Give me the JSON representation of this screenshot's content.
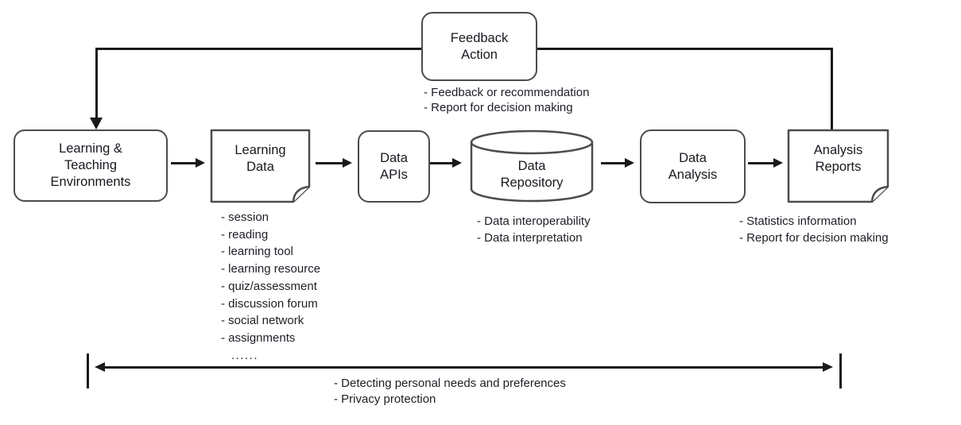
{
  "colors": {
    "line": "#1a1a1a",
    "border": "#4c4c4c",
    "text": "#171a20",
    "background": "#ffffff"
  },
  "nodes": {
    "feedback_action": {
      "label": "Feedback\nAction"
    },
    "learning_teaching_environments": {
      "label": "Learning &\nTeaching\nEnvironments"
    },
    "learning_data": {
      "label": "Learning\nData"
    },
    "data_apis": {
      "label": "Data\nAPIs"
    },
    "data_repository": {
      "label": "Data\nRepository"
    },
    "data_analysis": {
      "label": "Data\nAnalysis"
    },
    "analysis_reports": {
      "label": "Analysis\nReports"
    }
  },
  "annotations": {
    "feedback": [
      "- Feedback or recommendation",
      "- Report for decision making"
    ],
    "learning_data": [
      "- session",
      "- reading",
      "- learning tool",
      "- learning resource",
      "- quiz/assessment",
      "- discussion forum",
      "- social network",
      "- assignments",
      "......"
    ],
    "data_repository": [
      "- Data interoperability",
      "- Data interpretation"
    ],
    "analysis_reports": [
      "- Statistics information",
      "- Report for decision making"
    ],
    "bottom_scope": [
      "- Detecting personal needs and preferences",
      "- Privacy protection"
    ]
  }
}
